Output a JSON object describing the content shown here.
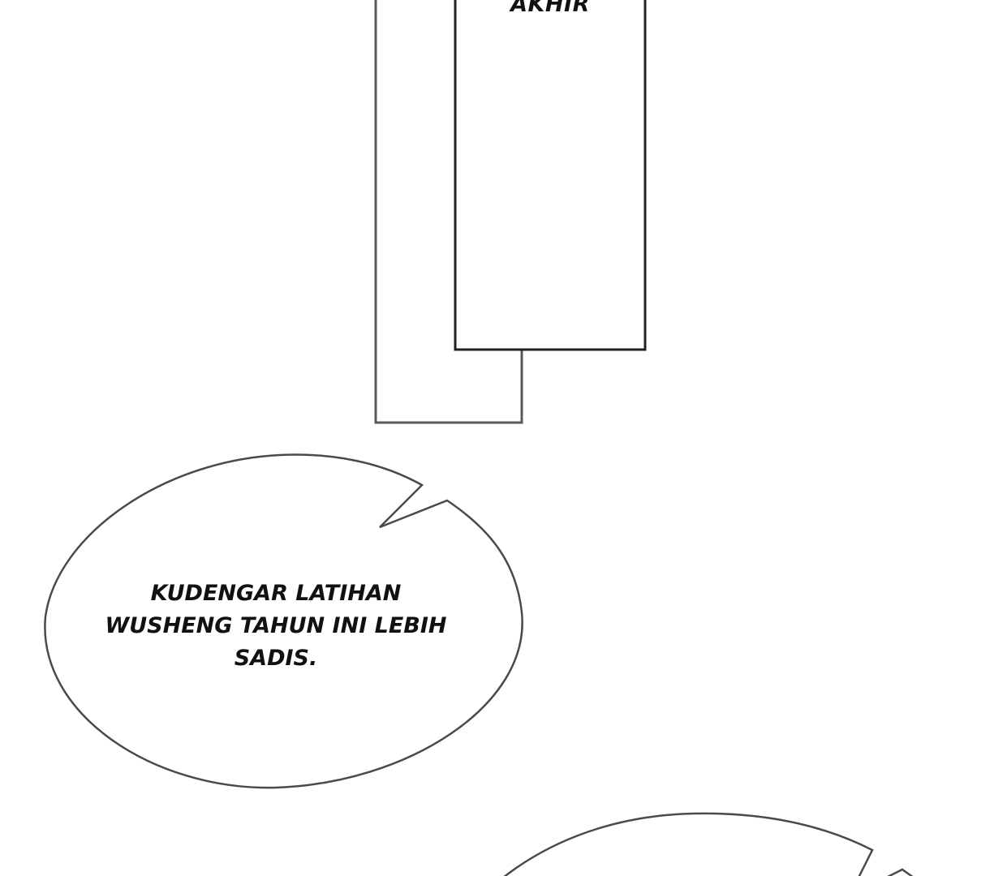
{
  "panel_caption": {
    "text": "AKHIR"
  },
  "speech_bubble_1": {
    "lines": [
      "KUDENGAR LATIHAN",
      "WUSHENG TAHUN INI LEBIH",
      "SADIS."
    ]
  },
  "speech_bubble_2": {
    "lines": []
  },
  "colors": {
    "background": "#ffffff",
    "outline_dark": "#222222",
    "outline_gray": "#555555",
    "text": "#111111"
  }
}
